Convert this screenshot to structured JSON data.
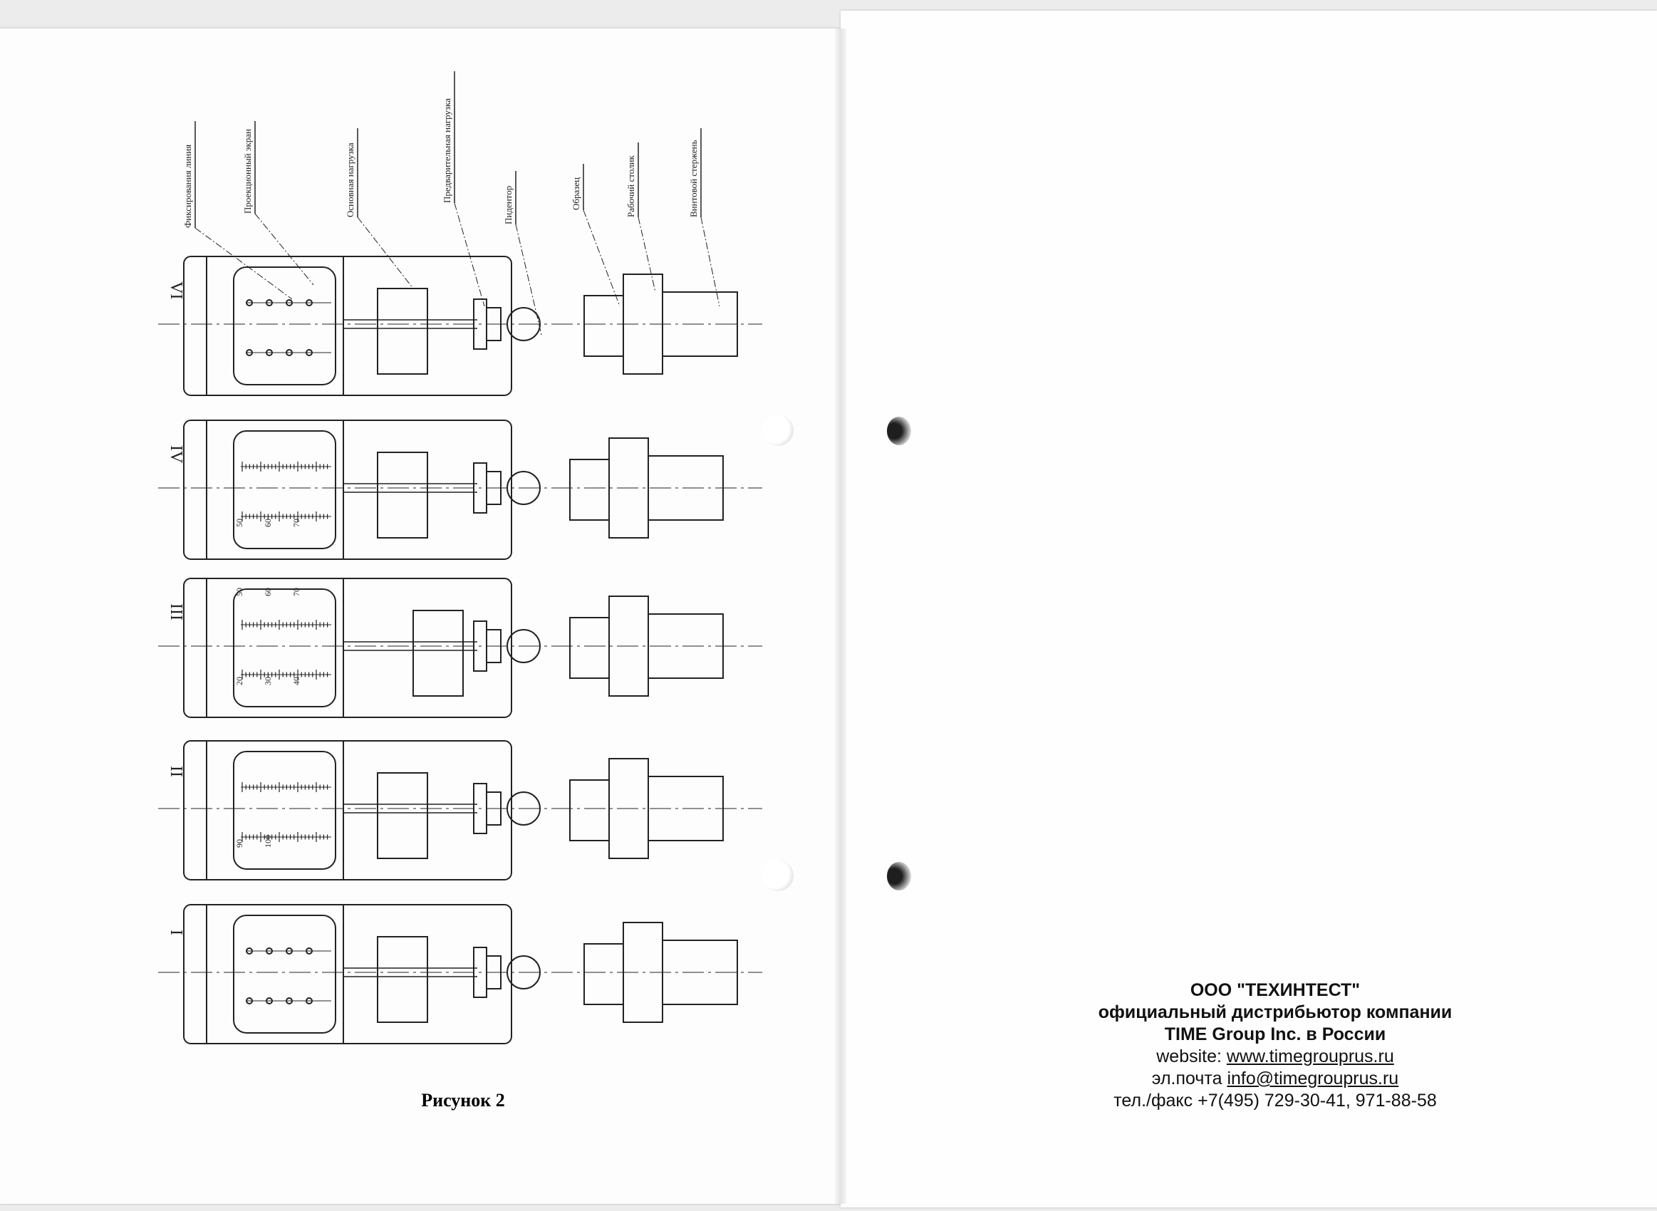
{
  "figure": {
    "caption": "Рисунок 2",
    "callouts": [
      "Фиксирования линия",
      "Проекционный экран",
      "Основная нагрузка",
      "Предварительная нагрузка",
      "Пидентор",
      "Образец",
      "Рабочий столик",
      "Винтовой стержень"
    ],
    "stages": [
      {
        "roman": "VI",
        "scale_labels": []
      },
      {
        "roman": "IV",
        "scale_labels": [
          "50",
          "60",
          "70"
        ]
      },
      {
        "roman": "III",
        "scale_labels": [
          "20",
          "30",
          "40",
          "50",
          "60",
          "70"
        ]
      },
      {
        "roman": "II",
        "scale_labels": [
          "90",
          "100"
        ]
      },
      {
        "roman": "I",
        "scale_labels": []
      }
    ]
  },
  "company": {
    "name": "ООО \"ТЕХИНТЕСТ\"",
    "role": "официальный  дистрибьютор компании",
    "brand": "TIME Group  Inc.  в России",
    "website_label": "website: ",
    "website": "www.timegrouprus.ru",
    "email_label": "эл.почта ",
    "email": "info@timegrouprus.ru",
    "phone": "тел./факс +7(495) 729-30-41, 971-88-58"
  }
}
